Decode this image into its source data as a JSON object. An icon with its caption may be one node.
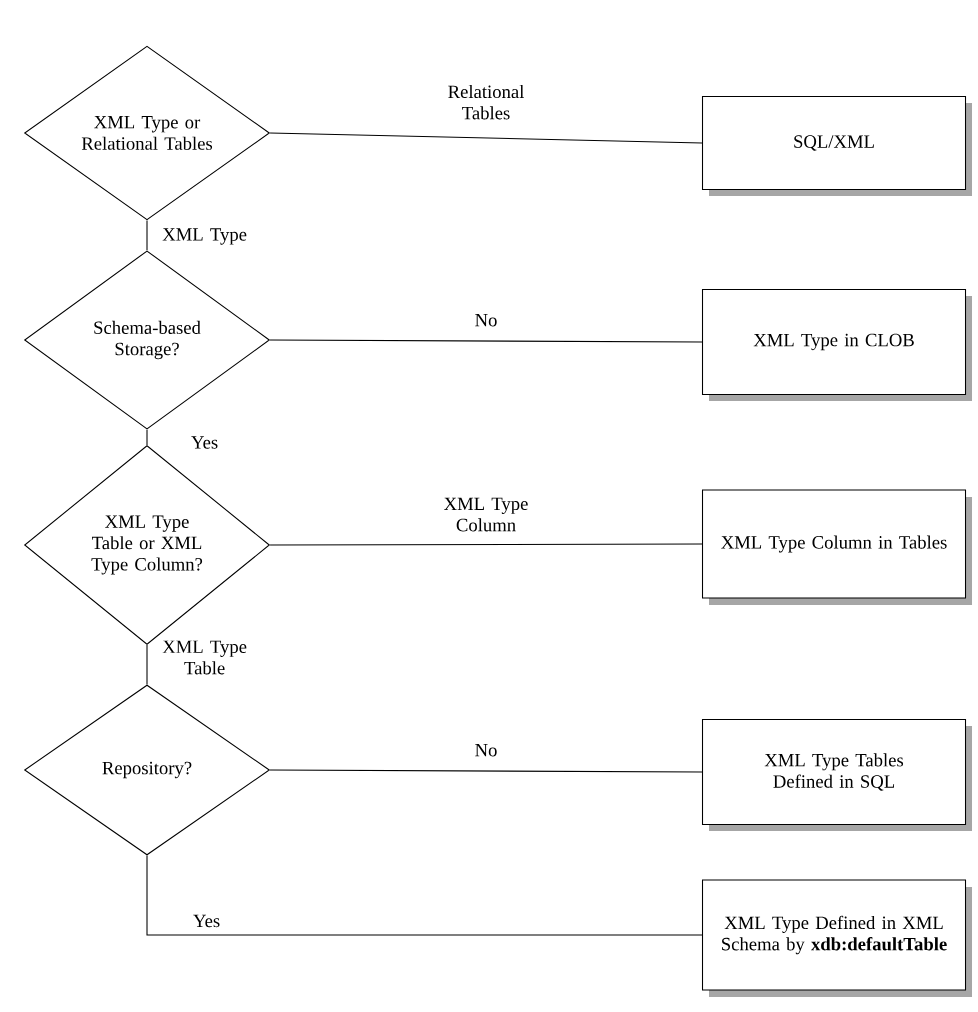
{
  "diagram": {
    "nodes": [
      {
        "text": [
          "XML Type or Relational Tables"
        ]
      },
      {
        "text": [
          "SQL/XML"
        ]
      },
      {
        "text": [
          "Schema-based Storage?"
        ]
      },
      {
        "text": [
          "XML Type in CLOB"
        ]
      },
      {
        "text": [
          "XML Type Table or XML Type Column?"
        ]
      },
      {
        "text": [
          "XML Type Column in Tables"
        ]
      },
      {
        "text": [
          "Repository?"
        ]
      },
      {
        "text": [
          "XML Type Tables Defined in SQL"
        ]
      },
      {
        "text": [
          "XML Type Defined in XML Schema by **xdb:defaultTable**"
        ]
      }
    ],
    "edges": [
      {
        "from": 0,
        "to": 1,
        "arrow": "none",
        "label": "Relational Tables"
      },
      {
        "from": 0,
        "to": 2,
        "arrow": "none",
        "label": "XML Type"
      },
      {
        "from": 2,
        "to": 3,
        "arrow": "none",
        "label": "No"
      },
      {
        "from": 2,
        "to": 4,
        "arrow": "none",
        "label": "Yes"
      },
      {
        "from": 4,
        "to": 5,
        "arrow": "none",
        "label": "XML Type Column"
      },
      {
        "from": 4,
        "to": 6,
        "arrow": "none",
        "label": "XML Type Table"
      },
      {
        "from": 6,
        "to": 7,
        "arrow": "none",
        "label": "No"
      },
      {
        "from": 6,
        "to": 8,
        "arrow": "none",
        "label": "Yes"
      }
    ]
  }
}
